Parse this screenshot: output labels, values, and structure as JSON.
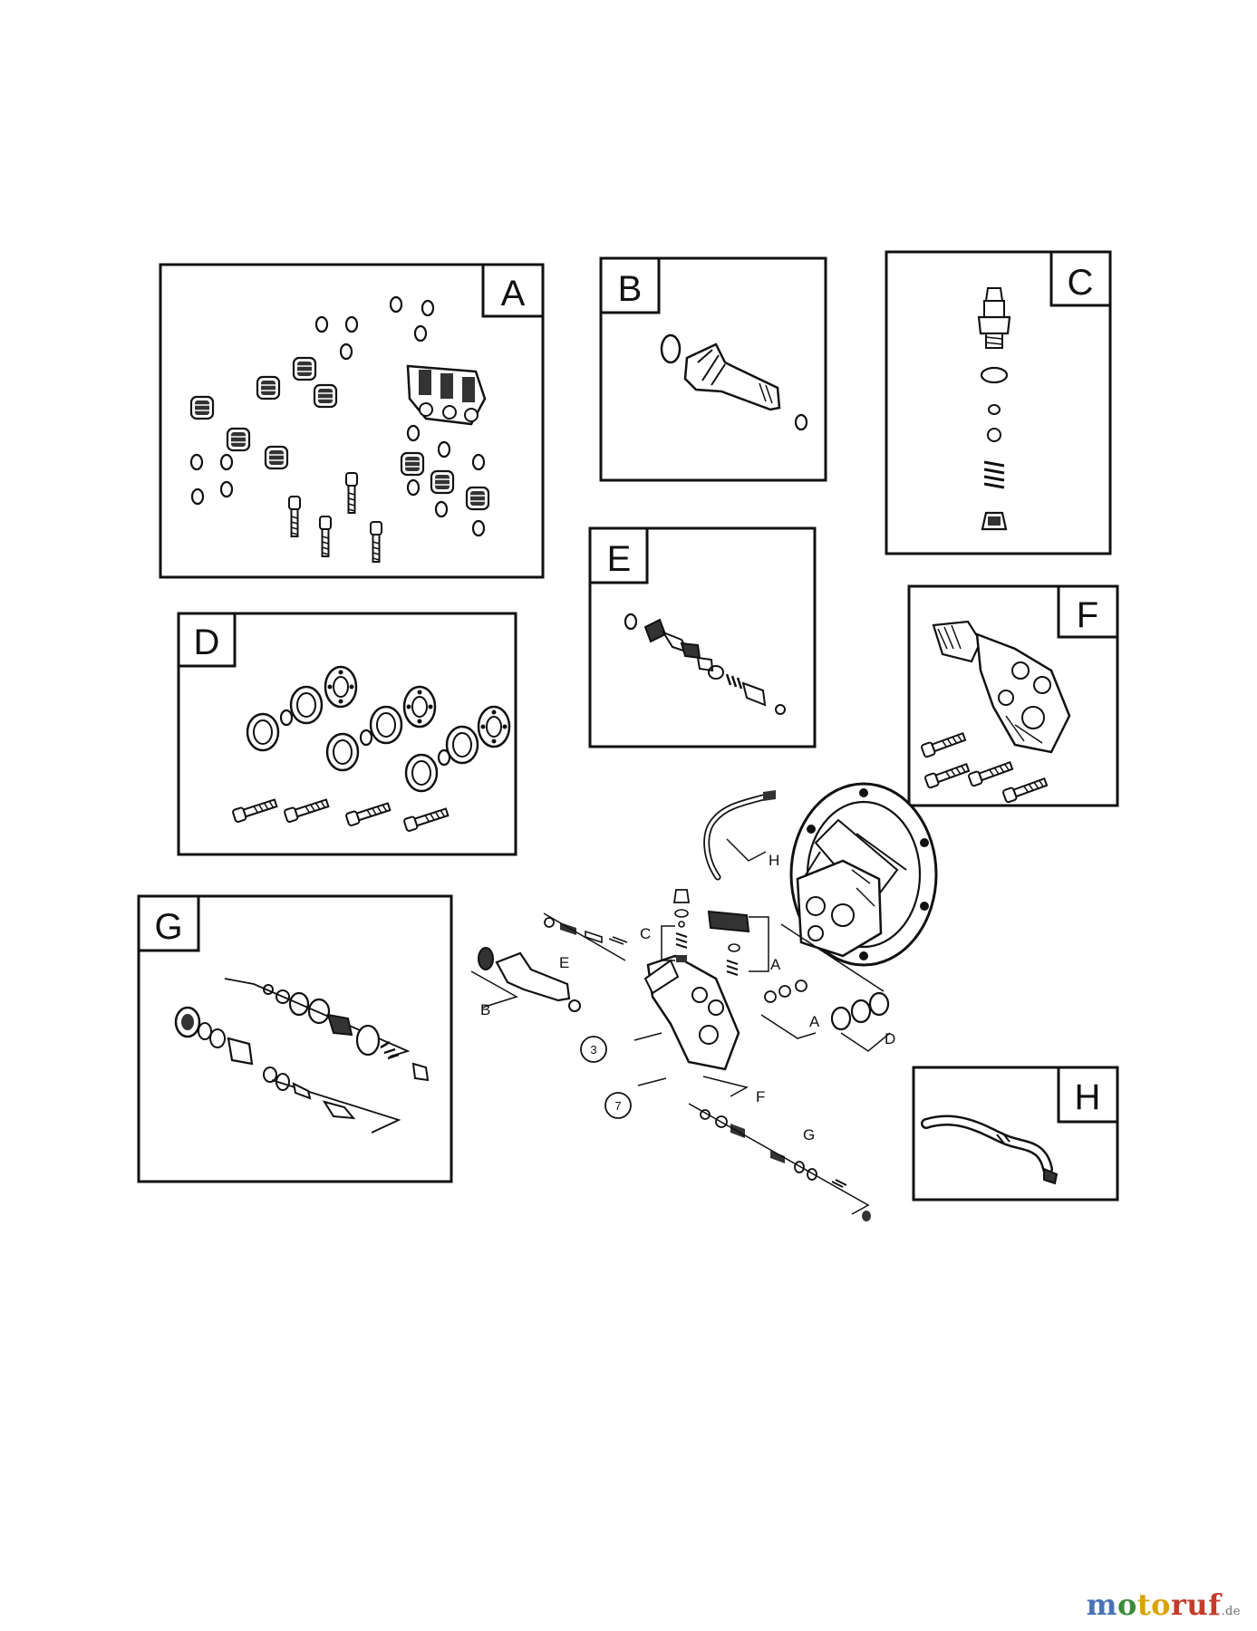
{
  "kits": [
    {
      "id": "A",
      "label": "A"
    },
    {
      "id": "B",
      "label": "B"
    },
    {
      "id": "C",
      "label": "C"
    },
    {
      "id": "D",
      "label": "D"
    },
    {
      "id": "E",
      "label": "E"
    },
    {
      "id": "F",
      "label": "F"
    },
    {
      "id": "G",
      "label": "G"
    },
    {
      "id": "H",
      "label": "H"
    }
  ],
  "callouts": {
    "H": "H",
    "C": "C",
    "E": "E",
    "A1": "A",
    "B": "B",
    "A2": "A",
    "D": "D",
    "F": "F",
    "G": "G"
  },
  "ref_numbers": [
    "3",
    "7"
  ],
  "watermark": {
    "part1": "m",
    "part2": "o",
    "part3": "to",
    "part4": "ruf",
    "tld": ".de"
  }
}
